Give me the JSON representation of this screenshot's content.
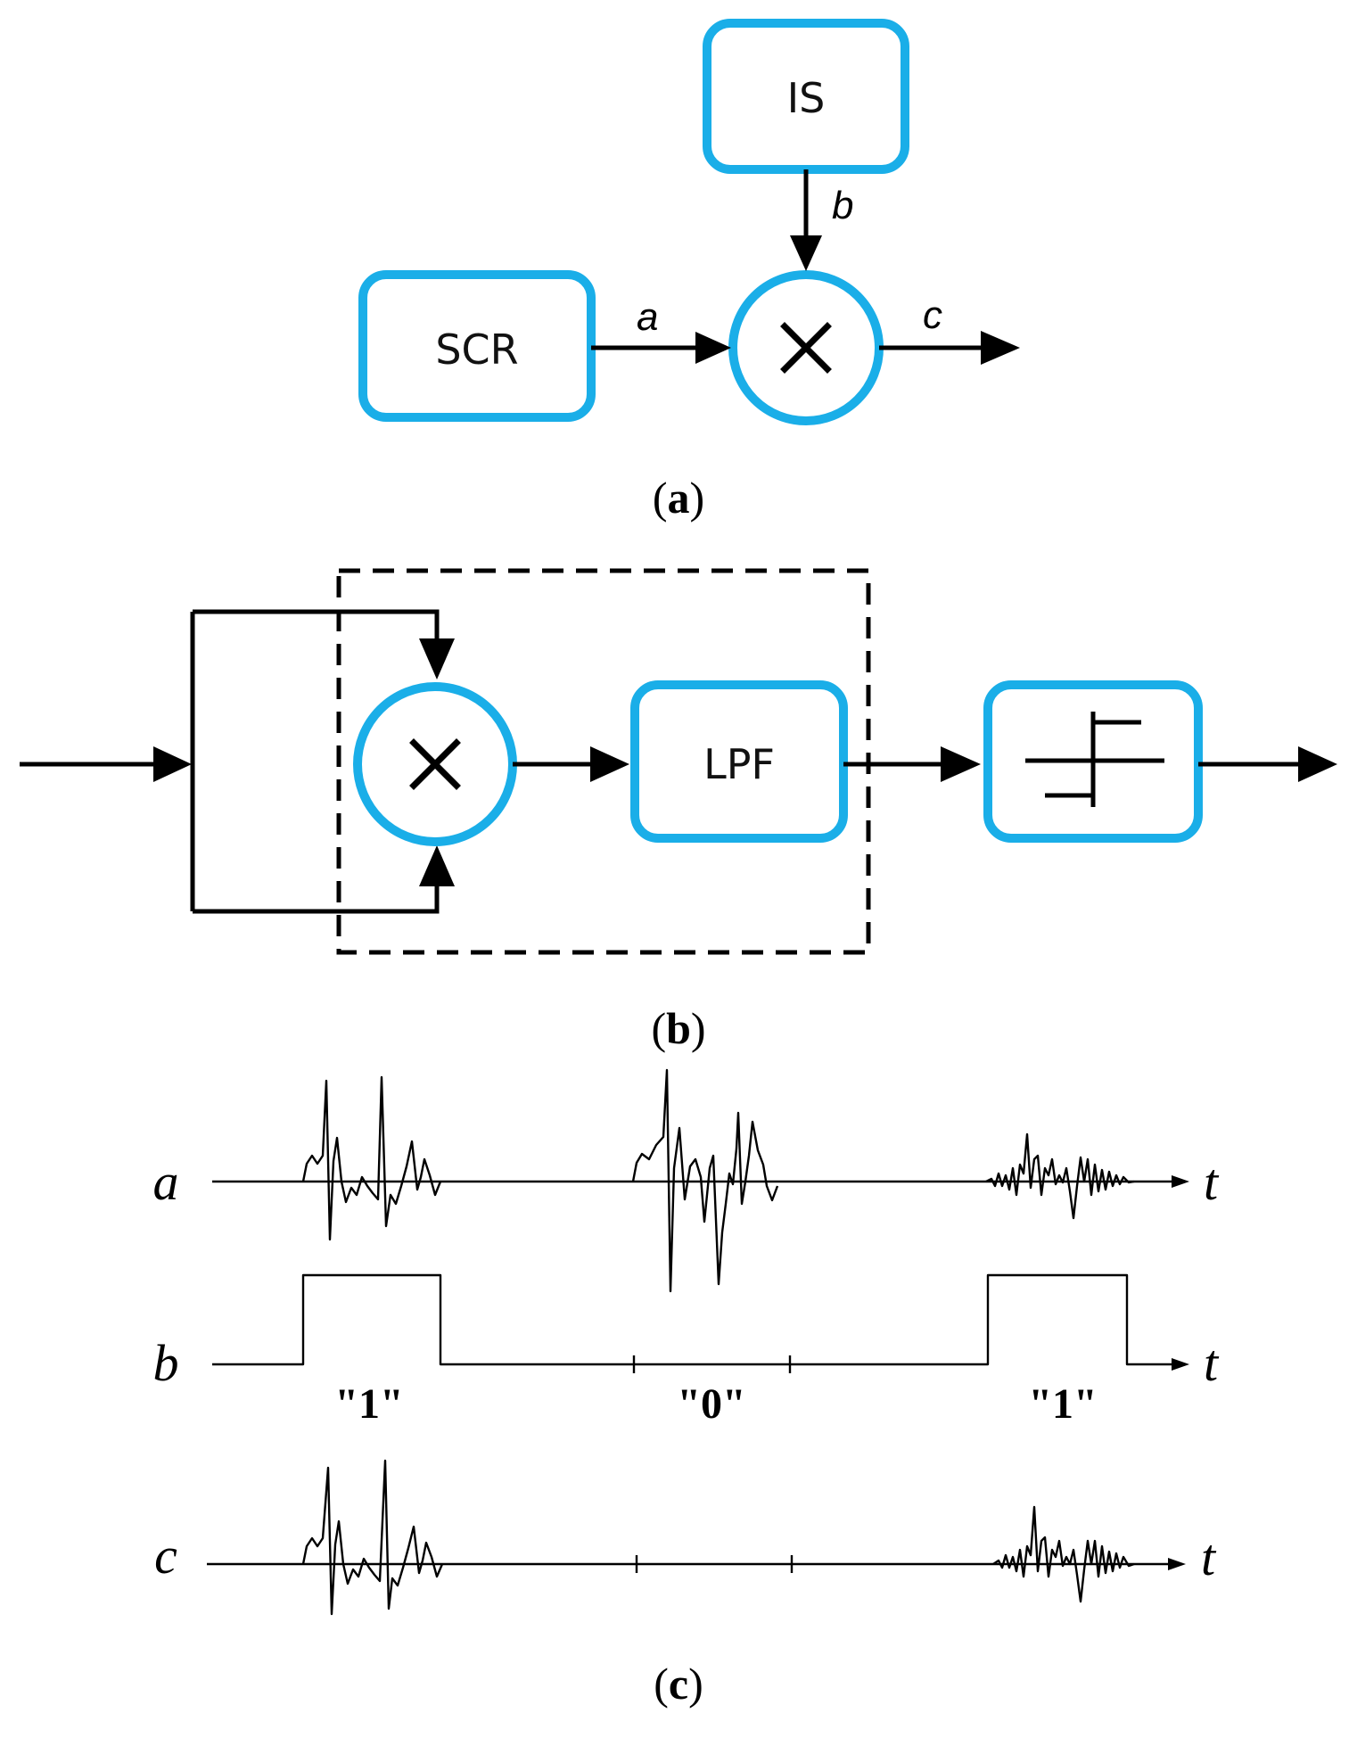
{
  "colors": {
    "block_stroke": "#1aaee8",
    "line": "#000000",
    "background": "#ffffff"
  },
  "panel_a": {
    "block_is": "IS",
    "block_scr": "SCR",
    "multiplier_symbol": "×",
    "signal_a": "a",
    "signal_b": "b",
    "signal_c": "c",
    "caption_open": "(",
    "caption_letter": "a",
    "caption_close": ")"
  },
  "panel_b": {
    "multiplier_symbol": "×",
    "block_lpf": "LPF",
    "comparator_icon": "threshold-comparator-icon",
    "caption_open": "(",
    "caption_letter": "b",
    "caption_close": ")"
  },
  "panel_c": {
    "row_a_label": "a",
    "row_b_label": "b",
    "row_c_label": "c",
    "axis_label": "t",
    "bit_1_first": "\"1\"",
    "bit_0": "\"0\"",
    "bit_1_second": "\"1\"",
    "caption_open": "(",
    "caption_letter": "c",
    "caption_close": ")"
  }
}
